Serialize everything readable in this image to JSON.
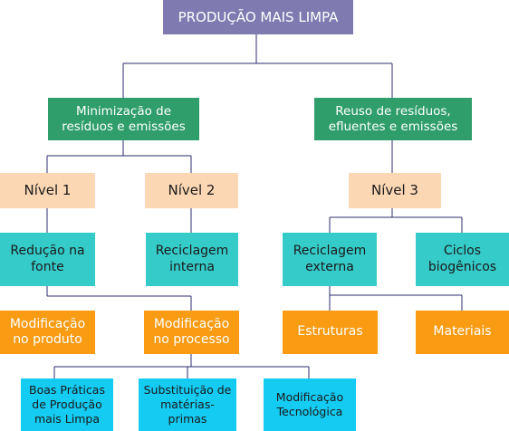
{
  "title": "PRODUÇÃO MAIS LIMPA",
  "colors": {
    "title": "#7f7bb0",
    "strategy": "#2f9e6a",
    "level": "#fcd7b4",
    "category": "#35cbc9",
    "action": "#f99b13",
    "detail": "#14cbf2",
    "connector": "#2c2c6c"
  },
  "strategies": {
    "minimization": "Minimização de\nresíduos e emissões",
    "reuse": "Reuso de resíduos,\nefluentes e emissões"
  },
  "levels": {
    "level1": "Nível 1",
    "level2": "Nível 2",
    "level3": "Nível 3"
  },
  "categories": {
    "source_reduction": "Redução na\nfonte",
    "internal_recycling": "Reciclagem\ninterna",
    "external_recycling": "Reciclagem\nexterna",
    "biogenic_cycles": "Ciclos\nbiogênicos"
  },
  "actions": {
    "product_modification": "Modificação\nno produto",
    "process_modification": "Modificação\nno processo",
    "structures": "Estruturas",
    "materials": "Materiais"
  },
  "details": {
    "good_practices": "Boas Práticas\nde Produção\nmais Limpa",
    "raw_material_substitution": "Substituição de\nmatérias-\nprimas",
    "technological_modification": "Modificação\nTecnológica"
  }
}
